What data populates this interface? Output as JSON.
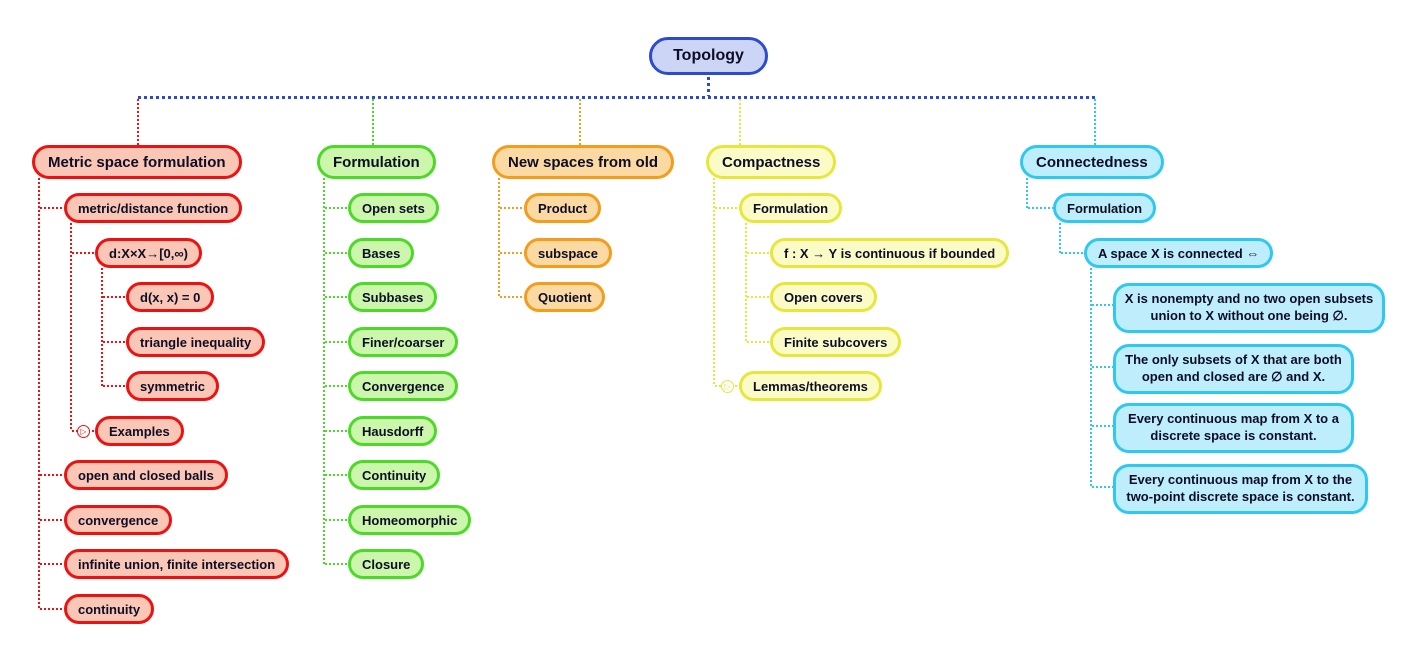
{
  "root": {
    "label": "Topology"
  },
  "branches": [
    {
      "label": "Metric space formulation",
      "color": "#EE1111",
      "fill": "#FAC6B5",
      "children": [
        {
          "label": "metric/distance function",
          "children": [
            {
              "label": "d:X×X→[0,∞)",
              "children": [
                {
                  "label": "d(x, x) = 0"
                },
                {
                  "label": "triangle inequality"
                },
                {
                  "label": "symmetric"
                }
              ]
            },
            {
              "label": "Examples",
              "collapsed": true
            }
          ]
        },
        {
          "label": "open and closed balls"
        },
        {
          "label": "convergence"
        },
        {
          "label": "infinite union, finite intersection"
        },
        {
          "label": "continuity"
        }
      ]
    },
    {
      "label": "Formulation",
      "color": "#4CD928",
      "fill": "#CBF6AC",
      "children": [
        {
          "label": "Open sets"
        },
        {
          "label": "Bases"
        },
        {
          "label": "Subbases"
        },
        {
          "label": "Finer/coarser"
        },
        {
          "label": "Convergence"
        },
        {
          "label": "Hausdorff"
        },
        {
          "label": "Continuity"
        },
        {
          "label": "Homeomorphic"
        },
        {
          "label": "Closure"
        }
      ]
    },
    {
      "label": "New spaces from old",
      "color": "#F49C1C",
      "fill": "#FAD9A2",
      "children": [
        {
          "label": "Product"
        },
        {
          "label": "subspace"
        },
        {
          "label": "Quotient"
        }
      ]
    },
    {
      "label": "Compactness",
      "color": "#E7E73B",
      "fill": "#FBFBC8",
      "children": [
        {
          "label": "Formulation",
          "children": [
            {
              "label": "f : X → Y is continuous if bounded"
            },
            {
              "label": "Open covers"
            },
            {
              "label": "Finite subcovers"
            }
          ]
        },
        {
          "label": "Lemmas/theorems",
          "collapsed": true
        }
      ]
    },
    {
      "label": "Connectedness",
      "color": "#2FC8F0",
      "fill": "#BEEDFB",
      "children": [
        {
          "label": "Formulation",
          "children": [
            {
              "label": "A space X is connected ⇔",
              "children": [
                {
                  "label": "X is nonempty and no two open subsets union to X without one being ∅."
                },
                {
                  "label": "The only subsets of X that are both open and closed are ∅ and X."
                },
                {
                  "label": "Every continuous map from X to a discrete space is constant."
                },
                {
                  "label": "Every continuous map from X to the two-point discrete space is constant."
                }
              ]
            }
          ]
        }
      ]
    }
  ],
  "icons": {
    "collapsed_marker": "▷"
  }
}
